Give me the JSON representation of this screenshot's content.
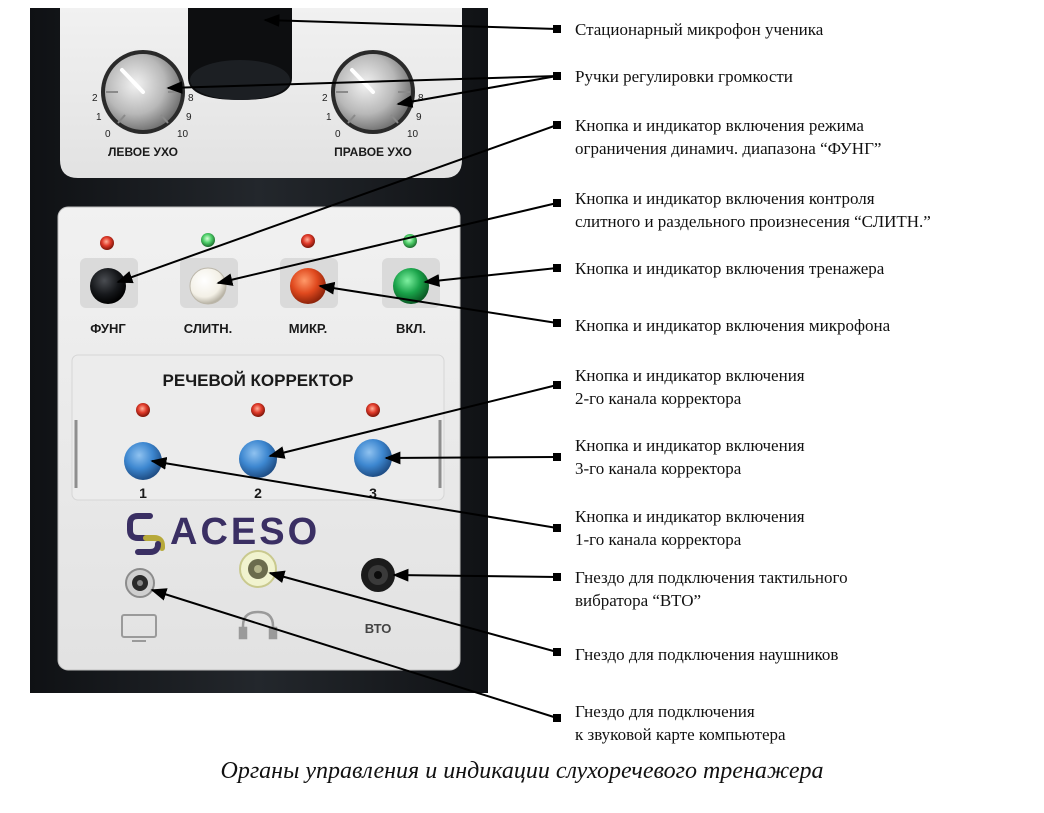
{
  "panel": {
    "left_ear_label": "ЛЕВОЕ УХО",
    "right_ear_label": "ПРАВОЕ УХО",
    "dial_ticks": [
      "2",
      "1",
      "0",
      "8",
      "9",
      "10"
    ],
    "buttons": [
      "ФУНГ",
      "СЛИТН.",
      "МИКР.",
      "ВКЛ."
    ],
    "corrector_title": "РЕЧЕВОЙ КОРРЕКТОР",
    "channels": [
      "1",
      "2",
      "3"
    ],
    "logo_text": "ACESO",
    "vto_label": "ВТО",
    "colors": {
      "body": "#1b1e22",
      "panel": "#e9e9e9",
      "led_red": "#e03a2a",
      "led_green": "#4fd06a",
      "btn_black": "#16181b",
      "btn_white": "#f7f5ef",
      "btn_orange": "#e0491e",
      "btn_green": "#1aa34a",
      "btn_blue": "#3d87d0",
      "logo": "#3a2f63",
      "logo_mark": "#b7a93a"
    },
    "icons": [
      "monitor-icon",
      "headphones-icon"
    ]
  },
  "annotations": [
    [
      "Стационарный микрофон ученика"
    ],
    [
      "Ручки регулировки громкости"
    ],
    [
      "Кнопка и индикатор включения режима",
      "ограничения динамич. диапазона “ФУНГ”"
    ],
    [
      "Кнопка и индикатор включения контроля",
      "слитного и раздельного произнесения “СЛИТН.”"
    ],
    [
      "Кнопка и индикатор включения тренажера"
    ],
    [
      "Кнопка и индикатор включения микрофона"
    ],
    [
      "Кнопка и индикатор включения",
      "2-го канала корректора"
    ],
    [
      "Кнопка и индикатор включения",
      "3-го канала корректора"
    ],
    [
      "Кнопка и индикатор включения",
      "1-го канала корректора"
    ],
    [
      "Гнездо для подключения тактильного",
      "вибратора “ВТО”"
    ],
    [
      "Гнездо для подключения наушников"
    ],
    [
      "Гнездо для подключения",
      "к звуковой карте компьютера"
    ]
  ],
  "caption": "Органы управления и индикации слухоречевого тренажера"
}
